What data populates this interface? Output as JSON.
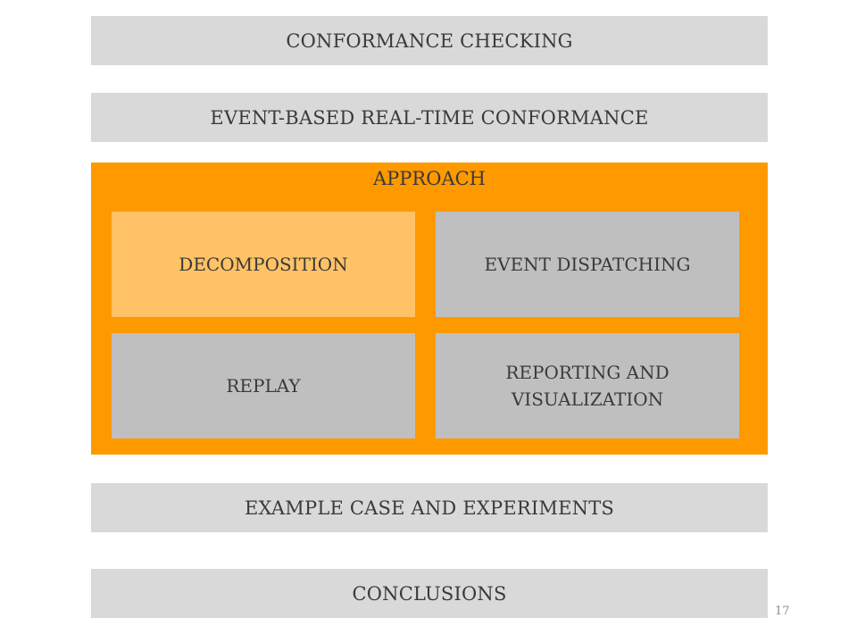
{
  "outline": {
    "items": [
      {
        "label": "CONFORMANCE CHECKING"
      },
      {
        "label": "EVENT-BASED REAL-TIME CONFORMANCE"
      },
      {
        "label": "APPROACH"
      },
      {
        "label": "EXAMPLE CASE AND EXPERIMENTS"
      },
      {
        "label": "CONCLUSIONS"
      }
    ],
    "active_index": 2
  },
  "approach": {
    "title": "APPROACH",
    "components": [
      {
        "label": "DECOMPOSITION",
        "active": true
      },
      {
        "label": "EVENT DISPATCHING",
        "active": false
      },
      {
        "label": "REPLAY",
        "active": false
      },
      {
        "label": "REPORTING AND VISUALIZATION",
        "active": false
      }
    ]
  },
  "page": {
    "number": "17"
  },
  "colors": {
    "bar": "#d9d9d9",
    "accent": "#ff9900",
    "active_tile": "#ffc266",
    "tile": "#bfbfbf",
    "text": "#3a3a3a"
  }
}
